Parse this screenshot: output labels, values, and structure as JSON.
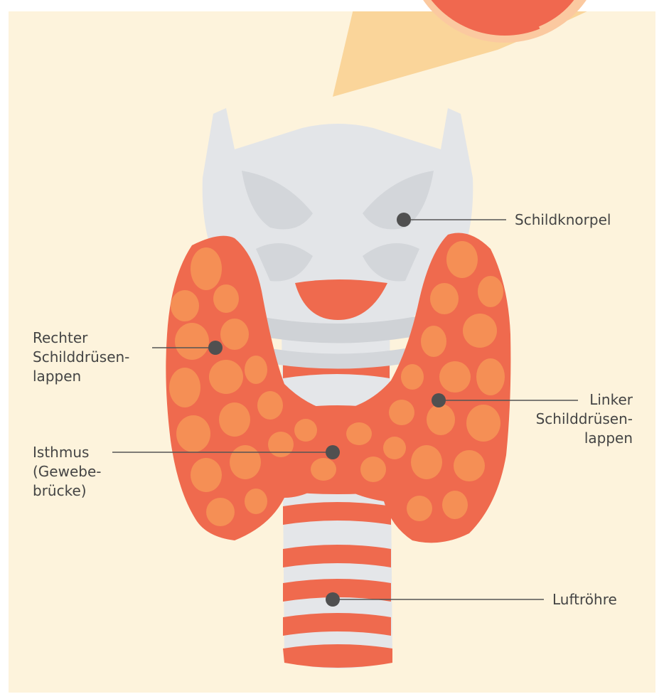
{
  "colors": {
    "page_background": "#ffffff",
    "panel_background": "#fdf3dc",
    "beam": "#fad59a",
    "circle_fill": "#f0684f",
    "circle_rim": "#fbc9a0",
    "cartilage": "#e3e5e8",
    "cartilage_shadow": "#cfd2d6",
    "thyroid_lobe": "#ef6a4e",
    "thyroid_nodule": "#f58f55",
    "trachea_ring": "#ef6a4e",
    "trachea": "#e4e6e9",
    "leader_line": "#555555",
    "marker_dot": "#505050",
    "label_text": "#444444"
  },
  "labels": {
    "schildknorpel": [
      "Schildknorpel"
    ],
    "rechter_lappen": [
      "Rechter",
      "Schilddrüsen-",
      "lappen"
    ],
    "linker_lappen": [
      "Linker",
      "Schilddrüsen-",
      "lappen"
    ],
    "isthmus": [
      "Isthmus",
      "(Gewebe-",
      "brücke)"
    ],
    "luftroehre": [
      "Luftröhre"
    ]
  }
}
